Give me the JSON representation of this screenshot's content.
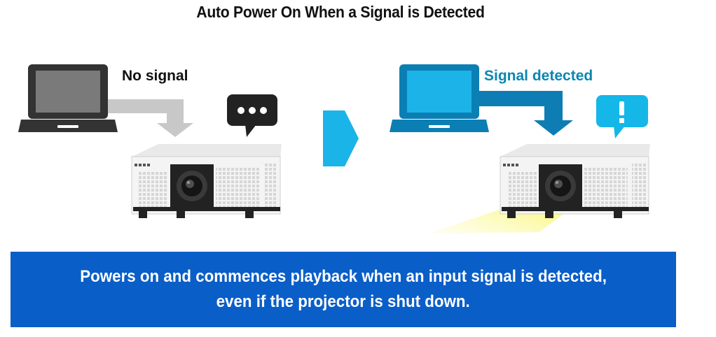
{
  "title": "Auto Power On When a Signal is Detected",
  "left_panel": {
    "label": "No signal"
  },
  "right_panel": {
    "label": "Signal detected"
  },
  "banner": {
    "line1": "Powers on and commences playback when an input signal is detected,",
    "line2": "even if the projector is shut down."
  },
  "colors": {
    "laptop_off": "#333333",
    "laptop_off_screen": "#7a7a7a",
    "laptop_on": "#0b7fb3",
    "laptop_on_screen": "#1bb3e8",
    "cable_off": "#c8c8c8",
    "cable_on": "#0d7db4",
    "bubble_off": "#222222",
    "bubble_on": "#15b7e8",
    "state_arrow": "#1ab4e9",
    "banner": "#0a5ec8",
    "light_beam": "#f6f14a"
  },
  "icons": {
    "left_bubble": "ellipsis-speech-bubble-icon",
    "right_bubble": "exclamation-speech-bubble-icon",
    "transition": "chevron-right-icon"
  }
}
